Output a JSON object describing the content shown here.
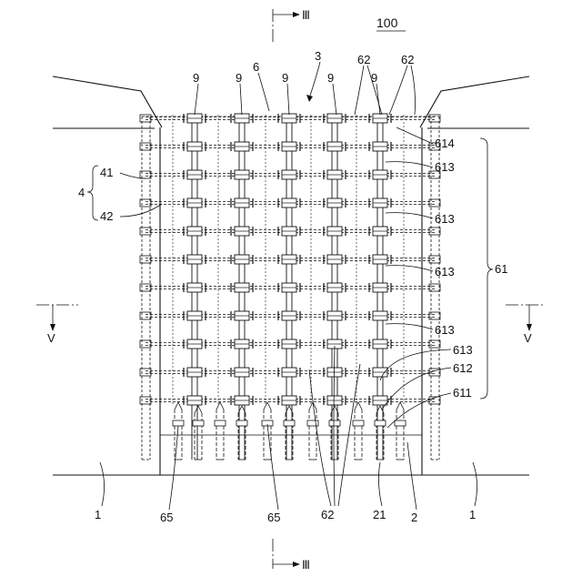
{
  "figure": {
    "number": "100",
    "section_top": "Ⅲ",
    "section_bottom": "Ⅲ",
    "section_left": "V",
    "section_right": "V"
  },
  "labels": {
    "l_3": "3",
    "l_6": "6",
    "l_9a": "9",
    "l_9b": "9",
    "l_9c": "9",
    "l_9d": "9",
    "l_9e": "9",
    "l_62a": "62",
    "l_62b": "62",
    "l_4": "4",
    "l_41": "41",
    "l_42": "42",
    "l_614": "614",
    "l_613a": "613",
    "l_613b": "613",
    "l_613c": "613",
    "l_613d": "613",
    "l_613e": "613",
    "l_612": "612",
    "l_611": "611",
    "l_61": "61",
    "l_1a": "1",
    "l_1b": "1",
    "l_65a": "65",
    "l_65b": "65",
    "l_62c": "62",
    "l_21": "21",
    "l_2": "2"
  }
}
